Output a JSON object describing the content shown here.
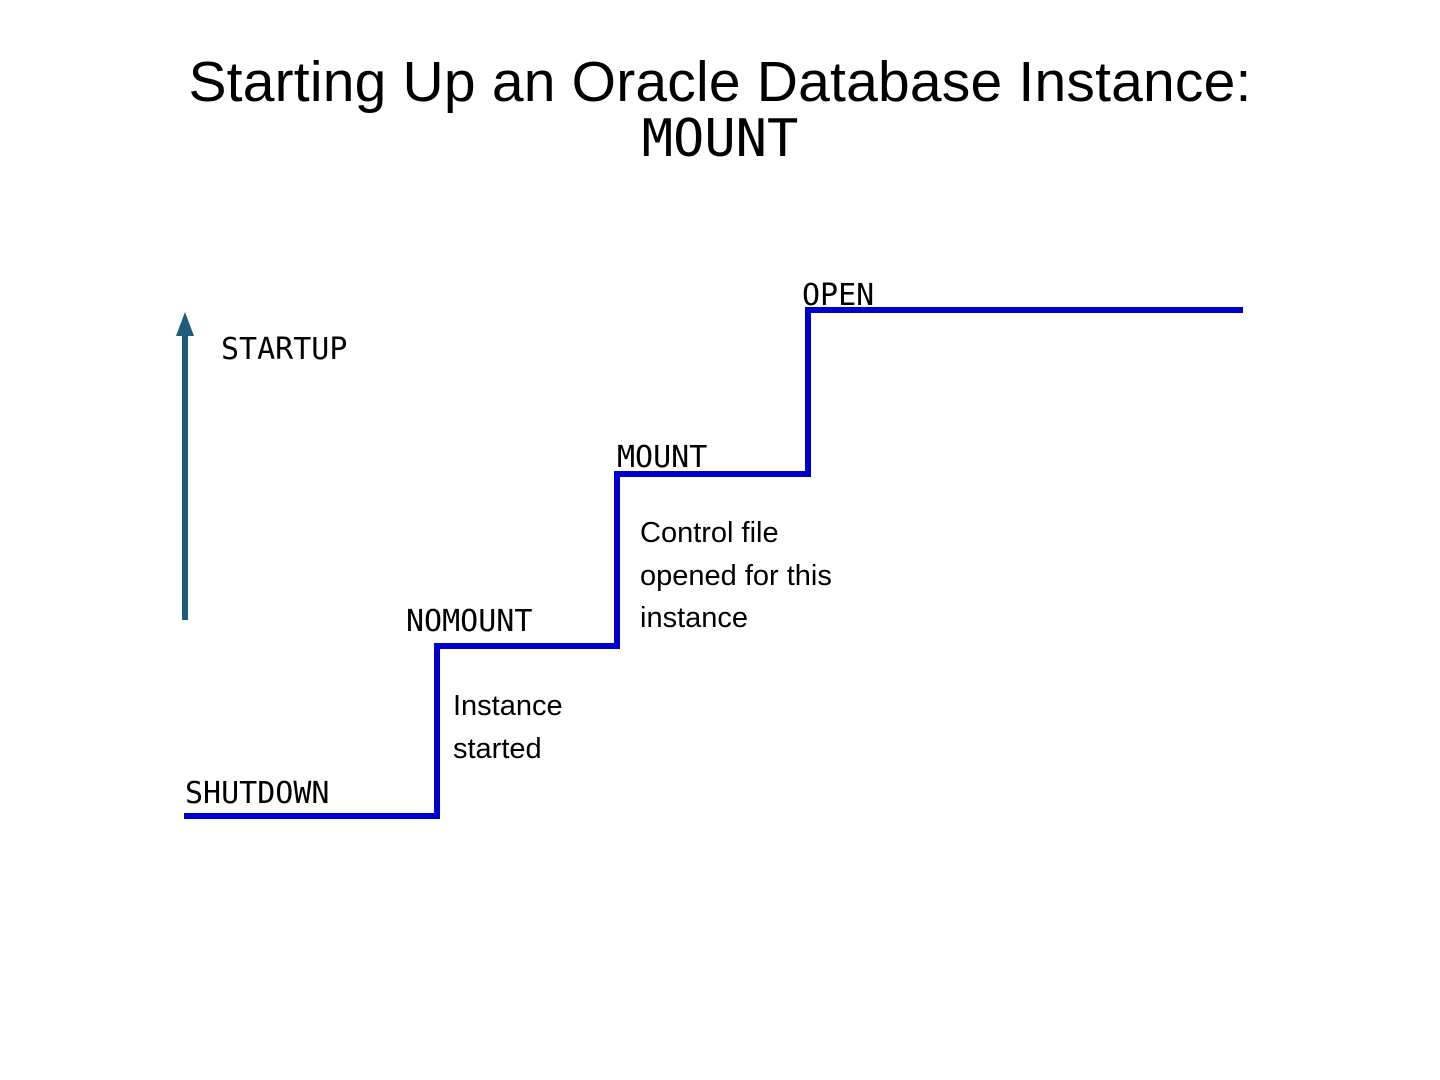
{
  "slide": {
    "title_line1": "Starting Up an Oracle Database Instance:",
    "title_line2": "MOUNT"
  },
  "diagram": {
    "arrow_label": "STARTUP",
    "stages": [
      {
        "label": "SHUTDOWN"
      },
      {
        "label": "NOMOUNT"
      },
      {
        "label": "MOUNT"
      },
      {
        "label": "OPEN"
      }
    ],
    "notes": [
      {
        "text": "Instance\nstarted"
      },
      {
        "text": "Control file\nopened for this\ninstance"
      }
    ],
    "colors": {
      "step_line": "#0000CC",
      "arrow": "#1F5C7A",
      "text": "#000000",
      "background": "#FFFFFF"
    }
  }
}
